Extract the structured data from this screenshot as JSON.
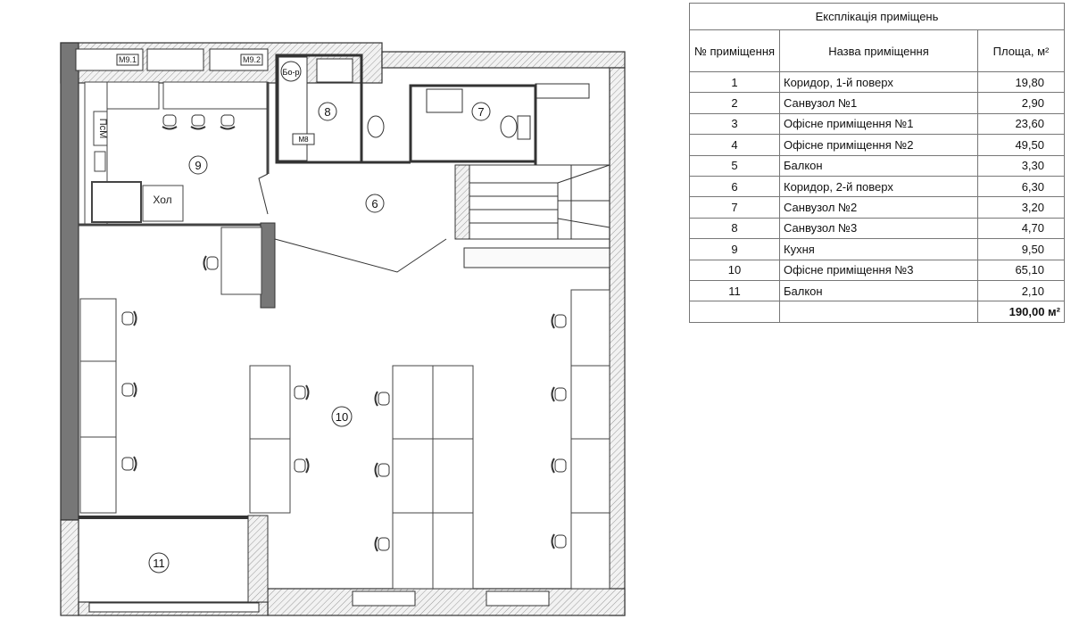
{
  "explication": {
    "title": "Експлікація приміщень",
    "headers": {
      "number": "№ приміщення",
      "name": "Назва приміщення",
      "area": "Площа, м²"
    },
    "rows": [
      {
        "number": "1",
        "name": "Коридор, 1-й поверх",
        "area": "19,80"
      },
      {
        "number": "2",
        "name": "Санвузол №1",
        "area": "2,90"
      },
      {
        "number": "3",
        "name": "Офісне приміщення №1",
        "area": "23,60"
      },
      {
        "number": "4",
        "name": "Офісне приміщення №2",
        "area": "49,50"
      },
      {
        "number": "5",
        "name": "Балкон",
        "area": "3,30"
      },
      {
        "number": "6",
        "name": "Коридор, 2-й поверх",
        "area": "6,30"
      },
      {
        "number": "7",
        "name": "Санвузол №2",
        "area": "3,20"
      },
      {
        "number": "8",
        "name": "Санвузол №3",
        "area": "4,70"
      },
      {
        "number": "9",
        "name": "Кухня",
        "area": "9,50"
      },
      {
        "number": "10",
        "name": "Офісне приміщення №3",
        "area": "65,10"
      },
      {
        "number": "11",
        "name": "Балкон",
        "area": "2,10"
      }
    ],
    "total": "190,00 м²"
  },
  "plan": {
    "rooms": {
      "r6": "6",
      "r7": "7",
      "r8": "8",
      "r9": "9",
      "r10": "10",
      "r11": "11"
    },
    "labels": {
      "m91": "М9.1",
      "m92": "М9.2",
      "boiler": "Бо-р",
      "dishwasher": "ПсМ",
      "fridge": "Хол",
      "m8": "М8"
    }
  }
}
